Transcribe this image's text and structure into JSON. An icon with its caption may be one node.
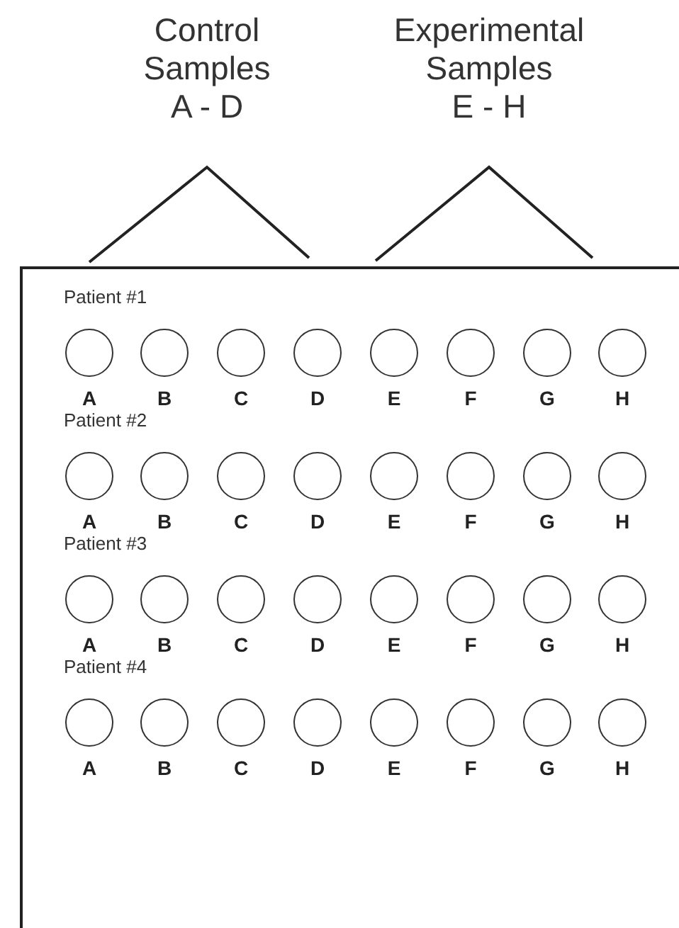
{
  "diagram": {
    "nodes": [
      {
        "text": [
          "Patient #1",
          "Patient #2",
          "Patient #3",
          "Patient #4"
        ]
      },
      {
        "text": [],
        "shape": "circle",
        "in": 0,
        "beside": [
          "A"
        ]
      },
      {
        "text": [],
        "shape": "circle",
        "in": 0,
        "beside": [
          "B"
        ]
      },
      {
        "text": [],
        "shape": "circle",
        "in": 0,
        "beside": [
          "C"
        ]
      },
      {
        "text": [],
        "shape": "circle",
        "in": 0,
        "beside": [
          "D"
        ]
      },
      {
        "text": [],
        "shape": "circle",
        "in": 0,
        "beside": [
          "E"
        ]
      },
      {
        "text": [],
        "shape": "circle",
        "in": 0,
        "beside": [
          "F"
        ]
      },
      {
        "text": [],
        "shape": "circle",
        "in": 0,
        "beside": [
          "G"
        ]
      },
      {
        "text": [],
        "shape": "circle",
        "in": 0,
        "beside": [
          "H"
        ]
      },
      {
        "text": [],
        "shape": "circle",
        "in": 0,
        "beside": [
          "A"
        ]
      },
      {
        "text": [],
        "shape": "circle",
        "in": 0,
        "beside": [
          "B"
        ]
      },
      {
        "text": [],
        "shape": "circle",
        "in": 0,
        "beside": [
          "C"
        ]
      },
      {
        "text": [],
        "shape": "circle",
        "in": 0,
        "beside": [
          "D"
        ]
      },
      {
        "text": [],
        "shape": "circle",
        "in": 0,
        "beside": [
          "E"
        ]
      },
      {
        "text": [],
        "shape": "circle",
        "in": 0,
        "beside": [
          "F"
        ]
      },
      {
        "text": [],
        "shape": "circle",
        "in": 0,
        "beside": [
          "G"
        ]
      },
      {
        "text": [],
        "shape": "circle",
        "in": 0,
        "beside": [
          "H"
        ]
      },
      {
        "text": [],
        "shape": "circle",
        "in": 0,
        "beside": [
          "A"
        ]
      },
      {
        "text": [],
        "shape": "circle",
        "in": 0,
        "beside": [
          "B"
        ]
      },
      {
        "text": [],
        "shape": "circle",
        "in": 0,
        "beside": [
          "C"
        ]
      },
      {
        "text": [],
        "shape": "circle",
        "in": 0,
        "beside": [
          "D"
        ]
      },
      {
        "text": [],
        "shape": "circle",
        "in": 0,
        "beside": [
          "E"
        ]
      },
      {
        "text": [],
        "shape": "circle",
        "in": 0,
        "beside": [
          "F"
        ]
      },
      {
        "text": [],
        "shape": "circle",
        "in": 0,
        "beside": [
          "G"
        ]
      },
      {
        "text": [],
        "shape": "circle",
        "in": 0,
        "beside": [
          "H"
        ]
      },
      {
        "text": [],
        "shape": "circle",
        "in": 0,
        "beside": [
          "A"
        ]
      },
      {
        "text": [],
        "shape": "circle",
        "in": 0,
        "beside": [
          "B"
        ]
      },
      {
        "text": [],
        "shape": "circle",
        "in": 0,
        "beside": [
          "C"
        ]
      },
      {
        "text": [],
        "shape": "circle",
        "in": 0,
        "beside": [
          "D"
        ]
      },
      {
        "text": [],
        "shape": "circle",
        "in": 0,
        "beside": [
          "E"
        ]
      },
      {
        "text": [],
        "shape": "circle",
        "in": 0,
        "beside": [
          "F"
        ]
      },
      {
        "text": [],
        "shape": "circle",
        "in": 0,
        "beside": [
          "G"
        ]
      },
      {
        "text": [],
        "shape": "circle",
        "in": 0,
        "beside": [
          "H"
        ]
      }
    ],
    "edges": [],
    "labels": [
      "Control Samples A - D",
      "Experimental Samples E - H"
    ]
  }
}
